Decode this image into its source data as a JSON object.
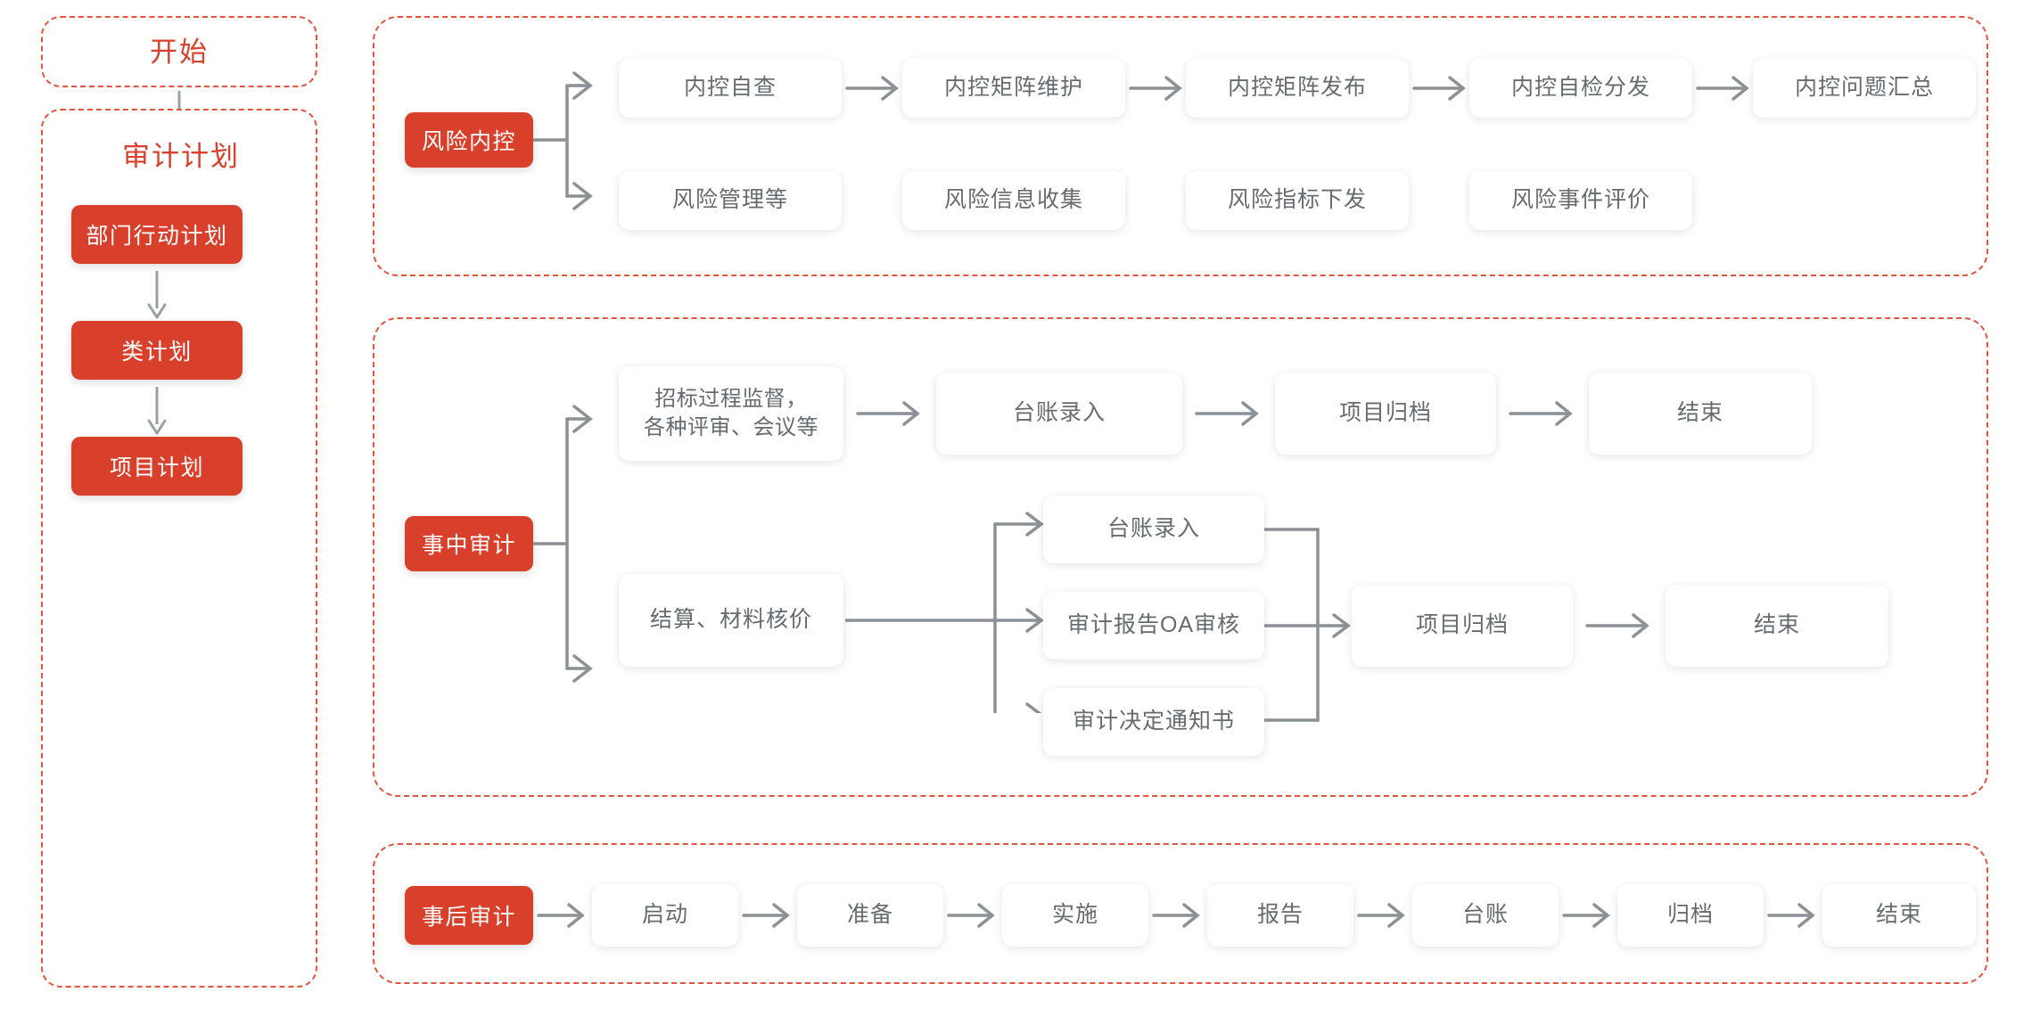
{
  "colors": {
    "accent_red": "#D8402B",
    "dashed_border": "#E4533C",
    "node_text": "#666B70",
    "connector_gray": "#8C9196",
    "background": "#FFFFFF"
  },
  "sidebar": {
    "start_box": {
      "label": "开始"
    },
    "plan_box": {
      "title": "审计计划",
      "steps": [
        {
          "label": "部门行动计划"
        },
        {
          "label": "类计划"
        },
        {
          "label": "项目计划"
        }
      ]
    },
    "arrow_icon": "down-arrow-icon"
  },
  "panels": [
    {
      "id": "risk-internal-control",
      "chip": "风险内控",
      "rows": [
        {
          "id": "row-internal-control",
          "nodes": [
            "内控自查",
            "内控矩阵维护",
            "内控矩阵发布",
            "内控自检分发",
            "内控问题汇总"
          ],
          "arrows_between": true
        },
        {
          "id": "row-risk-management",
          "nodes": [
            "风险管理等",
            "风险信息收集",
            "风险指标下发",
            "风险事件评价"
          ],
          "arrows_between": false
        }
      ]
    },
    {
      "id": "in-process-audit",
      "chip": "事中审计",
      "branch_top": {
        "first_node": "招标过程监督，\n各种评审、会议等",
        "first_node_line1": "招标过程监督，",
        "first_node_line2": "各种评审、会议等",
        "chain": [
          "台账录入",
          "项目归档",
          "结束"
        ]
      },
      "branch_bottom": {
        "first_node": "结算、材料核价",
        "fan": [
          "台账录入",
          "审计报告OA审核",
          "审计决定通知书"
        ],
        "merge_chain": [
          "项目归档",
          "结束"
        ]
      }
    },
    {
      "id": "post-audit",
      "chip": "事后审计",
      "chain": [
        "启动",
        "准备",
        "实施",
        "报告",
        "台账",
        "归档",
        "结束"
      ],
      "arrows_between": true
    }
  ],
  "icons": {
    "right_arrow": "right-arrow-icon",
    "down_arrow": "down-arrow-icon",
    "branch_connector": "branch-connector-icon",
    "merge_connector": "merge-connector-icon"
  }
}
